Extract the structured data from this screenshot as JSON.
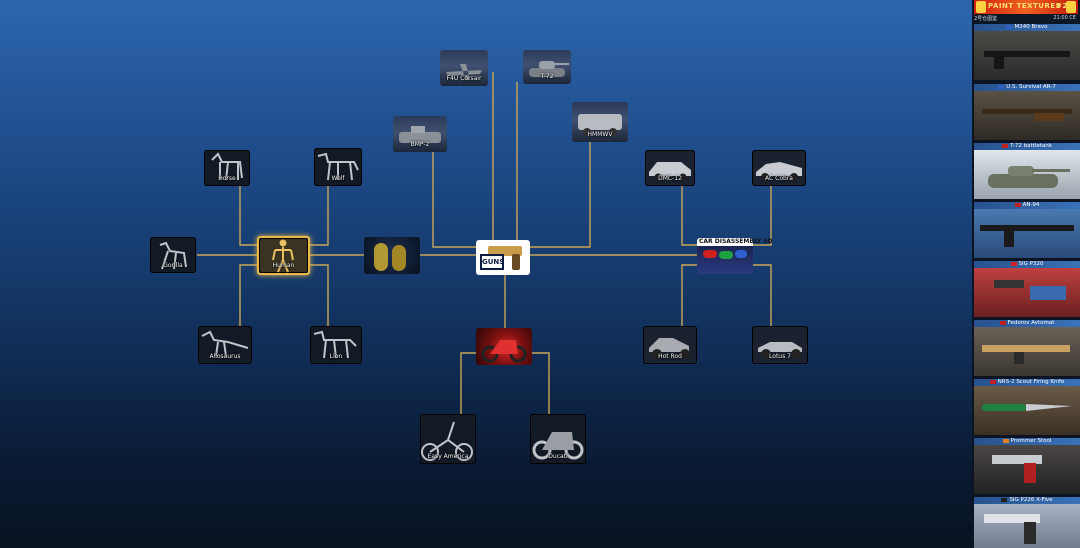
{
  "tree": {
    "nodes": [
      {
        "id": "corsair",
        "label": "F4U Corsair",
        "style": "flag"
      },
      {
        "id": "t72",
        "label": "T-72",
        "style": "flag"
      },
      {
        "id": "bmp2",
        "label": "BMP-2",
        "style": "flag"
      },
      {
        "id": "hmmwv",
        "label": "HMMWV",
        "style": "flag"
      },
      {
        "id": "horse",
        "label": "Horse",
        "style": "animal"
      },
      {
        "id": "wolf",
        "label": "Wolf",
        "style": "animal"
      },
      {
        "id": "dmc12",
        "label": "DMC-12",
        "style": "animal"
      },
      {
        "id": "accobra",
        "label": "AC Cobra",
        "style": "animal"
      },
      {
        "id": "gorilla",
        "label": "Gorilla",
        "style": "animal"
      },
      {
        "id": "human",
        "label": "Human",
        "style": "animal"
      },
      {
        "id": "skeleton",
        "label": "",
        "style": "skel"
      },
      {
        "id": "guns",
        "label": "",
        "style": "hub"
      },
      {
        "id": "car3d",
        "label": "",
        "style": "car3d"
      },
      {
        "id": "allosaurus",
        "label": "Allosaurus",
        "style": "animal"
      },
      {
        "id": "lion",
        "label": "Lion",
        "style": "animal"
      },
      {
        "id": "motorbike",
        "label": "",
        "style": "moto"
      },
      {
        "id": "hotrod",
        "label": "Hot Rod",
        "style": "animal"
      },
      {
        "id": "lotus7",
        "label": "Lotus 7",
        "style": "animal"
      },
      {
        "id": "easyamerica",
        "label": "Easy America",
        "style": "animal"
      },
      {
        "id": "ducati",
        "label": "Ducati",
        "style": "animal"
      }
    ],
    "selected": "human",
    "hub_logo_text": "GUNS",
    "car_title": "CAR DISASSEMBLY 3D",
    "link_color": "#c9a659",
    "selected_color": "#e8b84a"
  },
  "panel": {
    "ad_text": "PAINT TEXTURES",
    "ad_badge": "#2",
    "status_left": "2号仓图鉴",
    "status_right": "21:00 CE",
    "items": [
      {
        "label": "M240 Bravo",
        "flag": "#3060c0"
      },
      {
        "label": "U.S. Survival AR-7",
        "flag": "#3060c0"
      },
      {
        "label": "T-72 battletank",
        "flag": "#c02020"
      },
      {
        "label": "AN-94",
        "flag": "#c02020"
      },
      {
        "label": "SIG P320",
        "flag": "#d02020"
      },
      {
        "label": "Fedorov Avtomat",
        "flag": "#c02020"
      },
      {
        "label": "NRS-2 Scout Firing Knife",
        "flag": "#c02020"
      },
      {
        "label": "Prommer Stool",
        "flag": "#e08020"
      },
      {
        "label": "SIG P226 X-Five",
        "flag": "#202020"
      }
    ]
  }
}
